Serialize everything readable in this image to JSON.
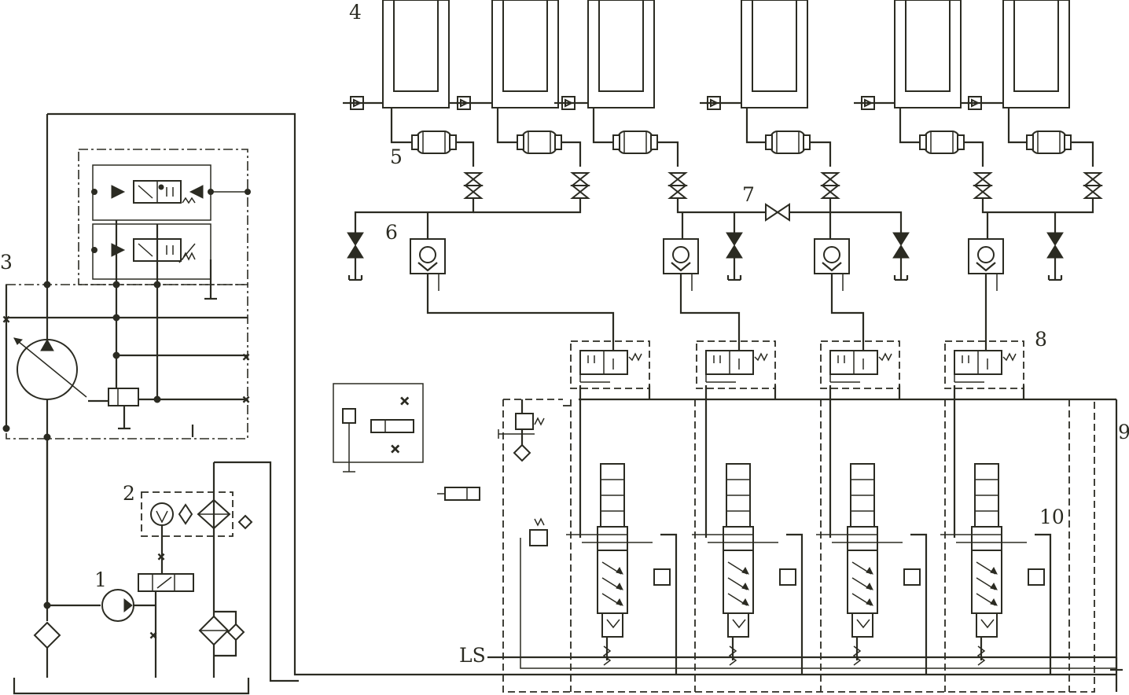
{
  "labels": {
    "l1": "1",
    "l2": "2",
    "l3": "3",
    "l4": "4",
    "l5": "5",
    "l6": "6",
    "l7": "7",
    "l8": "8",
    "l9": "9",
    "l10": "10",
    "ls": "LS"
  },
  "colors": {
    "line": "#2b2b22",
    "background": "#ffffff"
  }
}
